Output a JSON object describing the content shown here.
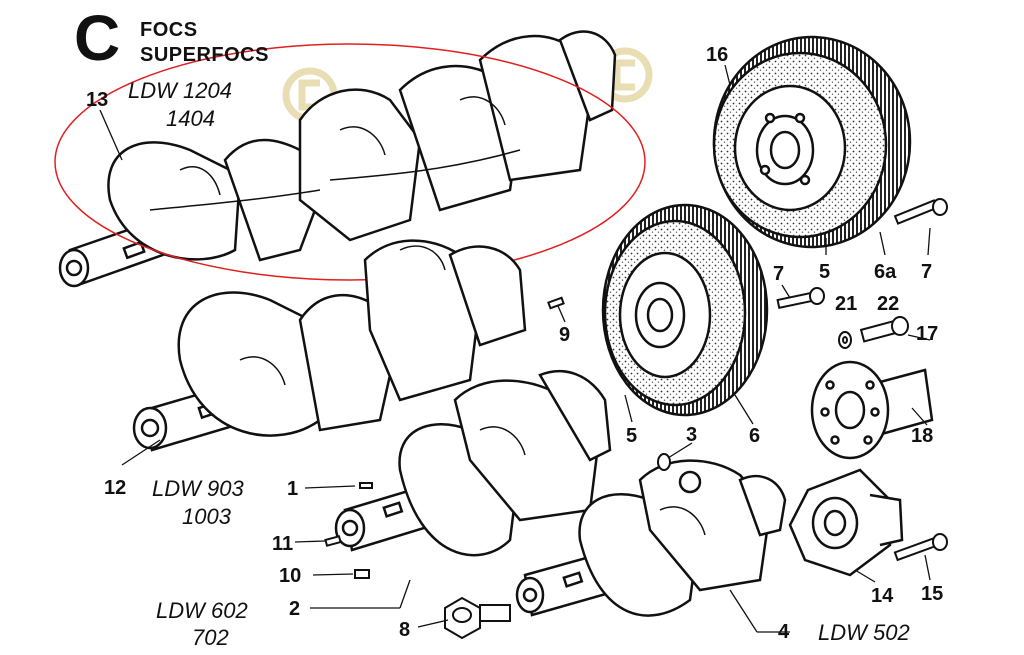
{
  "header": {
    "letter": "C",
    "line1": "FOCS",
    "line2": "SUPERFOCS"
  },
  "models": {
    "m1204": "LDW 1204",
    "m1404": "1404",
    "m903": "LDW 903",
    "m1003": "1003",
    "m602": "LDW 602",
    "m702": "702",
    "m502": "LDW 502"
  },
  "callouts": {
    "c1": "1",
    "c2": "2",
    "c3": "3",
    "c4": "4",
    "c5a": "5",
    "c5b": "5",
    "c6": "6",
    "c6a": "6a",
    "c7a": "7",
    "c7b": "7",
    "c8": "8",
    "c9": "9",
    "c10": "10",
    "c11": "11",
    "c12": "12",
    "c13": "13",
    "c14": "14",
    "c15": "15",
    "c16": "16",
    "c17": "17",
    "c18": "18",
    "c21": "21",
    "c22": "22"
  },
  "colors": {
    "ink": "#111111",
    "highlight_ellipse": "#e02020",
    "watermark": "#e6d8a6"
  }
}
